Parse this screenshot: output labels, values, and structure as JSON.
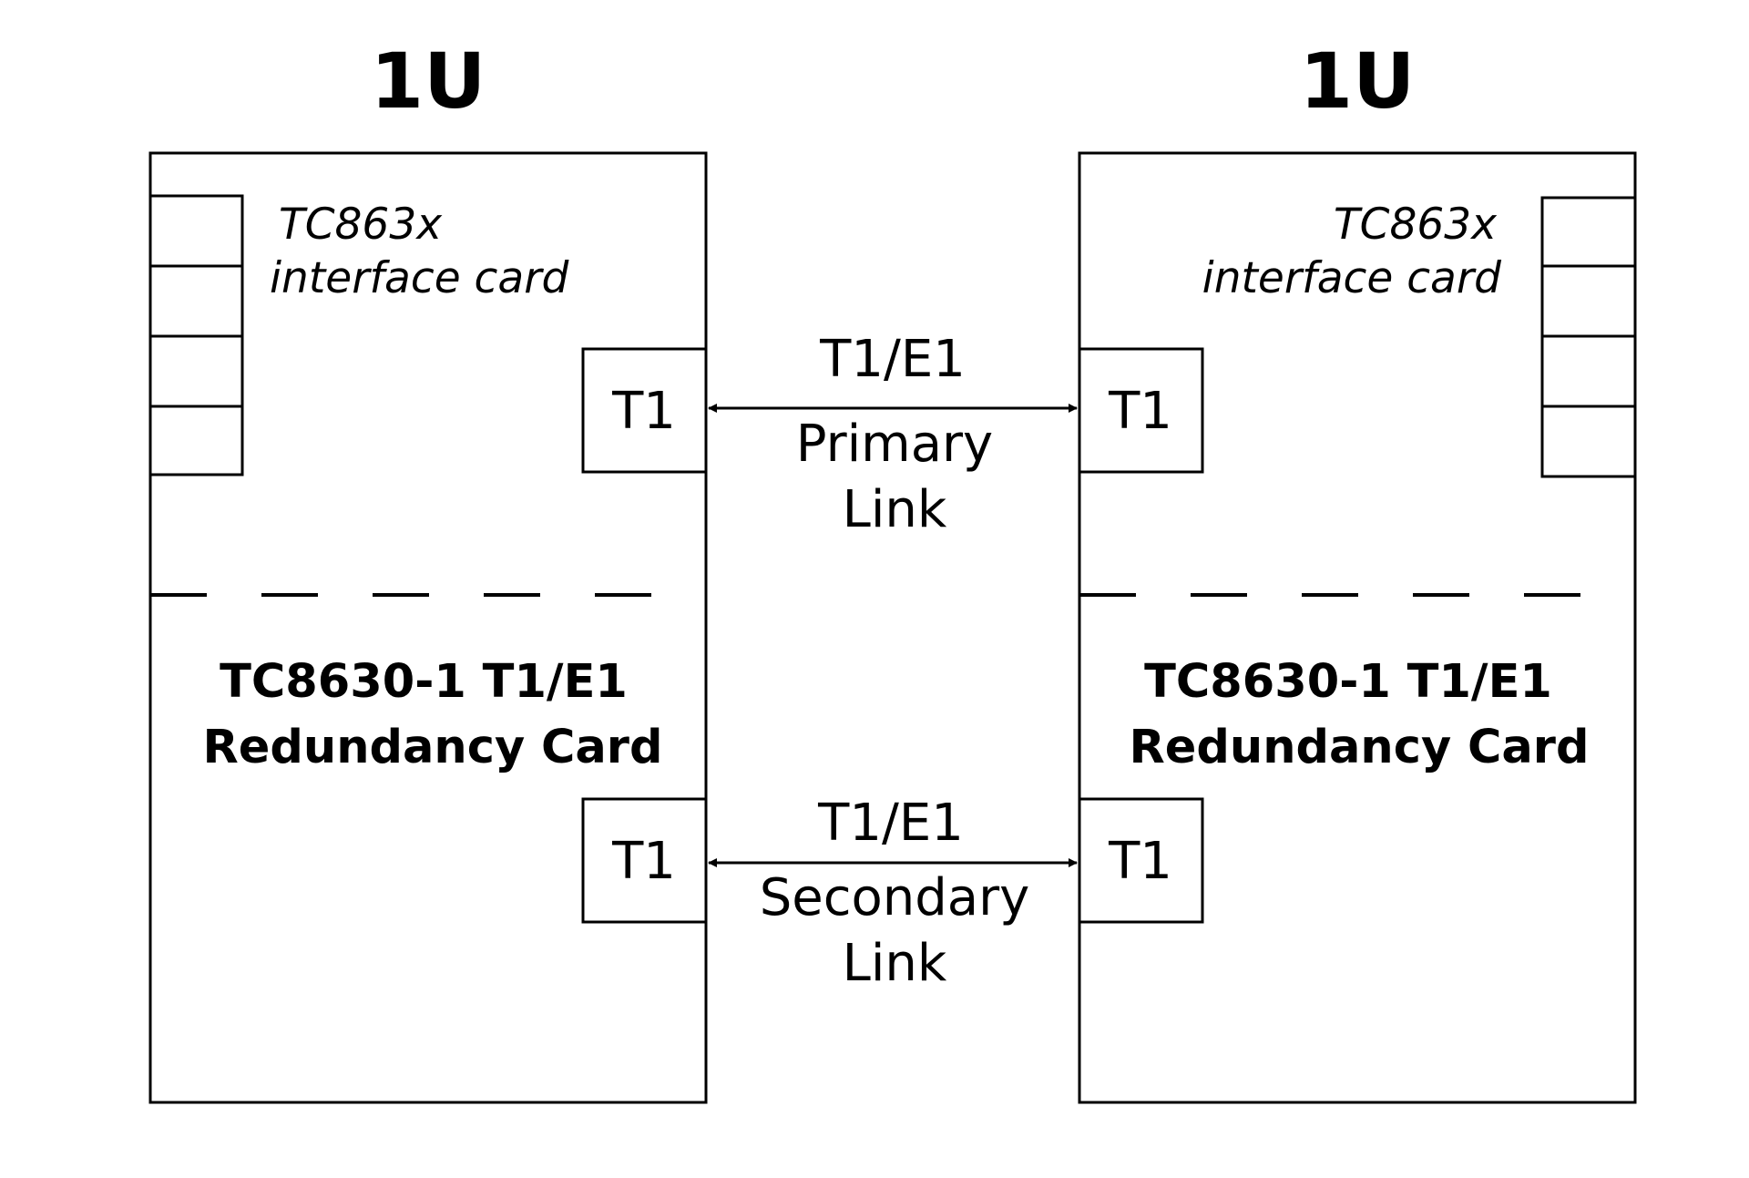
{
  "left": {
    "unit_label": "1U",
    "interface_line1": "TC863x",
    "interface_line2": "interface card",
    "card_line1": "TC8630-1 T1/E1",
    "card_line2": "Redundancy Card",
    "port_top": "T1",
    "port_bottom": "T1"
  },
  "right": {
    "unit_label": "1U",
    "interface_line1": "TC863x",
    "interface_line2": "interface card",
    "card_line1": "TC8630-1 T1/E1",
    "card_line2": "Redundancy Card",
    "port_top": "T1",
    "port_bottom": "T1"
  },
  "primary_link": {
    "type": "T1/E1",
    "line1": "Primary",
    "line2": "Link"
  },
  "secondary_link": {
    "type": "T1/E1",
    "line1": "Secondary",
    "line2": "Link"
  }
}
